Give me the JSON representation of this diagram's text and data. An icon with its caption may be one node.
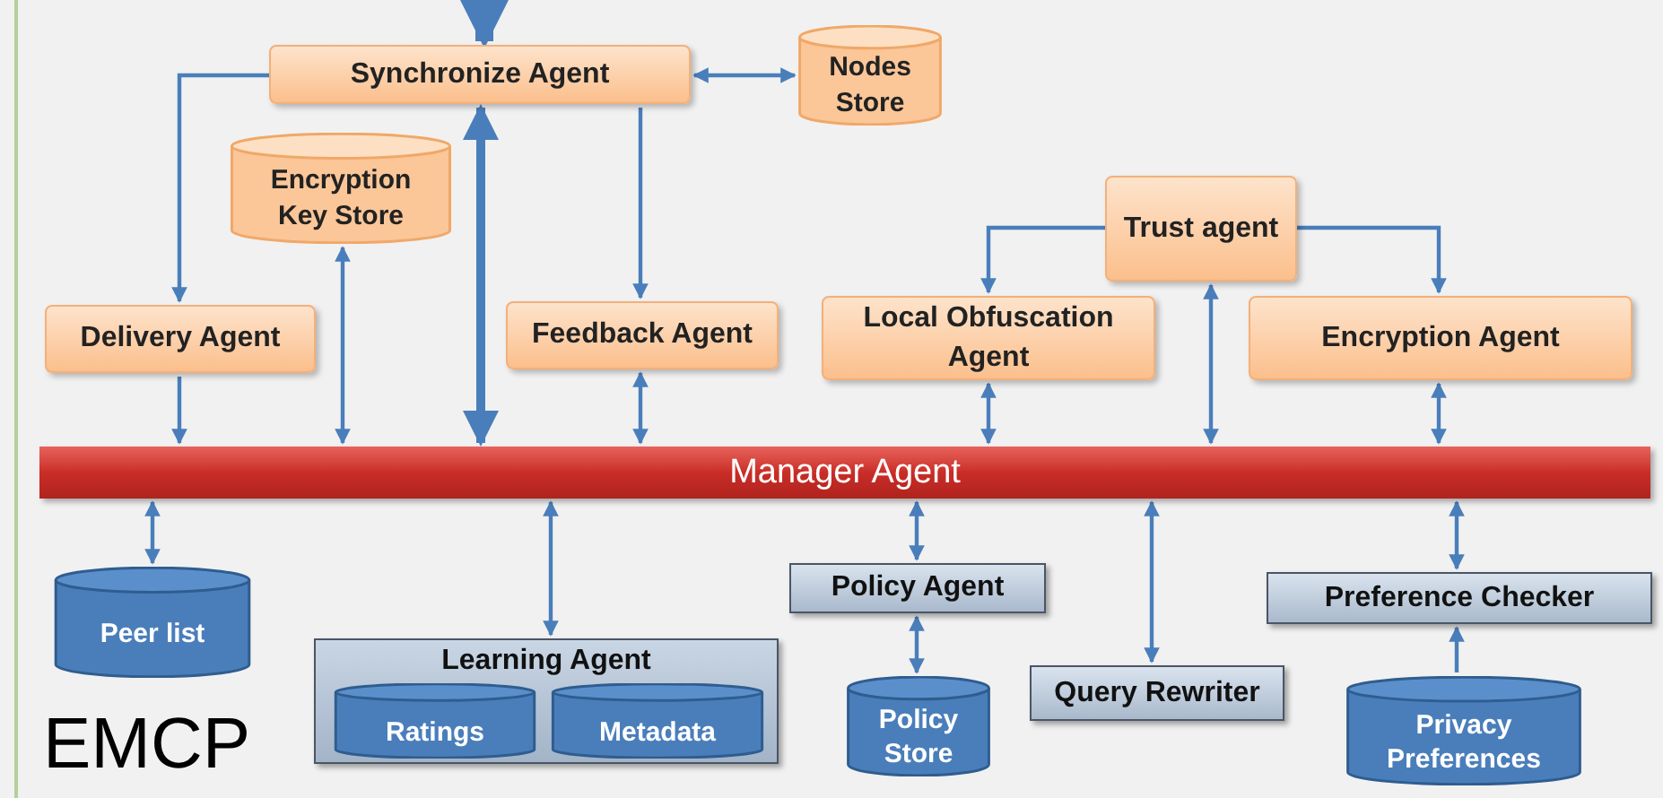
{
  "diagram": {
    "nodes": [
      {
        "text": [
          "Synchronize Agent"
        ]
      },
      {
        "text": [
          "Nodes Store"
        ]
      },
      {
        "text": [
          "Encryption Key Store"
        ]
      },
      {
        "text": [
          "Trust agent"
        ]
      },
      {
        "text": [
          "Delivery Agent"
        ]
      },
      {
        "text": [
          "Feedback Agent"
        ]
      },
      {
        "text": [
          "Local Obfuscation Agent"
        ]
      },
      {
        "text": [
          "Encryption Agent"
        ]
      },
      {
        "text": [
          "Manager Agent"
        ]
      },
      {
        "text": [
          "Peer list"
        ]
      },
      {
        "text": [
          "Policy Agent"
        ]
      },
      {
        "text": [
          "Preference Checker"
        ]
      },
      {
        "text": [
          "Learning Agent"
        ]
      },
      {
        "text": [
          "Ratings"
        ],
        "in": 12
      },
      {
        "text": [
          "Metadata"
        ],
        "in": 12
      },
      {
        "text": [
          "Query Rewriter"
        ]
      },
      {
        "text": [
          "Policy Store"
        ]
      },
      {
        "text": [
          "Privacy Preferences"
        ]
      }
    ],
    "edges": [
      {
        "from": 0,
        "to": 4,
        "arrow": "to"
      },
      {
        "from": 0,
        "to": 1,
        "arrow": "both"
      },
      {
        "from": 2,
        "to": 8,
        "arrow": "both"
      },
      {
        "from": 0,
        "to": 8,
        "arrow": "both",
        "style": "thick"
      },
      {
        "from": 0,
        "to": 5,
        "arrow": "to"
      },
      {
        "from": 4,
        "to": 8,
        "arrow": "to"
      },
      {
        "from": 5,
        "to": 8,
        "arrow": "both"
      },
      {
        "from": 3,
        "to": 6,
        "arrow": "to"
      },
      {
        "from": 3,
        "to": 7,
        "arrow": "to"
      },
      {
        "from": 3,
        "to": 8,
        "arrow": "both"
      },
      {
        "from": 6,
        "to": 8,
        "arrow": "both"
      },
      {
        "from": 7,
        "to": 8,
        "arrow": "both"
      },
      {
        "from": 8,
        "to": 9,
        "arrow": "both"
      },
      {
        "from": 8,
        "to": 12,
        "arrow": "both"
      },
      {
        "from": 8,
        "to": 10,
        "arrow": "both"
      },
      {
        "from": 10,
        "to": 16,
        "arrow": "both"
      },
      {
        "from": 8,
        "to": 15,
        "arrow": "both"
      },
      {
        "from": 8,
        "to": 11,
        "arrow": "both"
      },
      {
        "from": 17,
        "to": 11,
        "arrow": "to"
      },
      {
        "from": null,
        "to": 0,
        "arrow": "to",
        "style": "thick"
      }
    ],
    "labels": [
      "EMCP"
    ]
  }
}
